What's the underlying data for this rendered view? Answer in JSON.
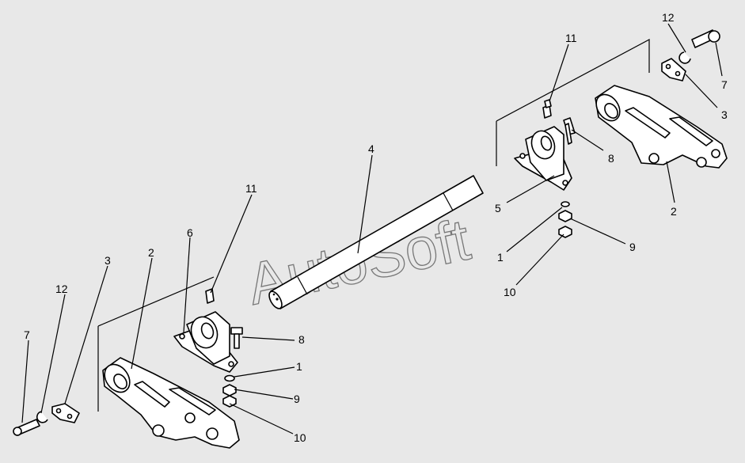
{
  "watermark": "AutoSoft",
  "callouts": {
    "right_12": "12",
    "right_7": "7",
    "right_3": "3",
    "right_11": "11",
    "right_8": "8",
    "right_2": "2",
    "right_5": "5",
    "right_1": "1",
    "right_9": "9",
    "right_10": "10",
    "shaft_4": "4",
    "left_11": "11",
    "left_6": "6",
    "left_2": "2",
    "left_3": "3",
    "left_12": "12",
    "left_7": "7",
    "left_8": "8",
    "left_1": "1",
    "left_9": "9",
    "left_10": "10"
  }
}
